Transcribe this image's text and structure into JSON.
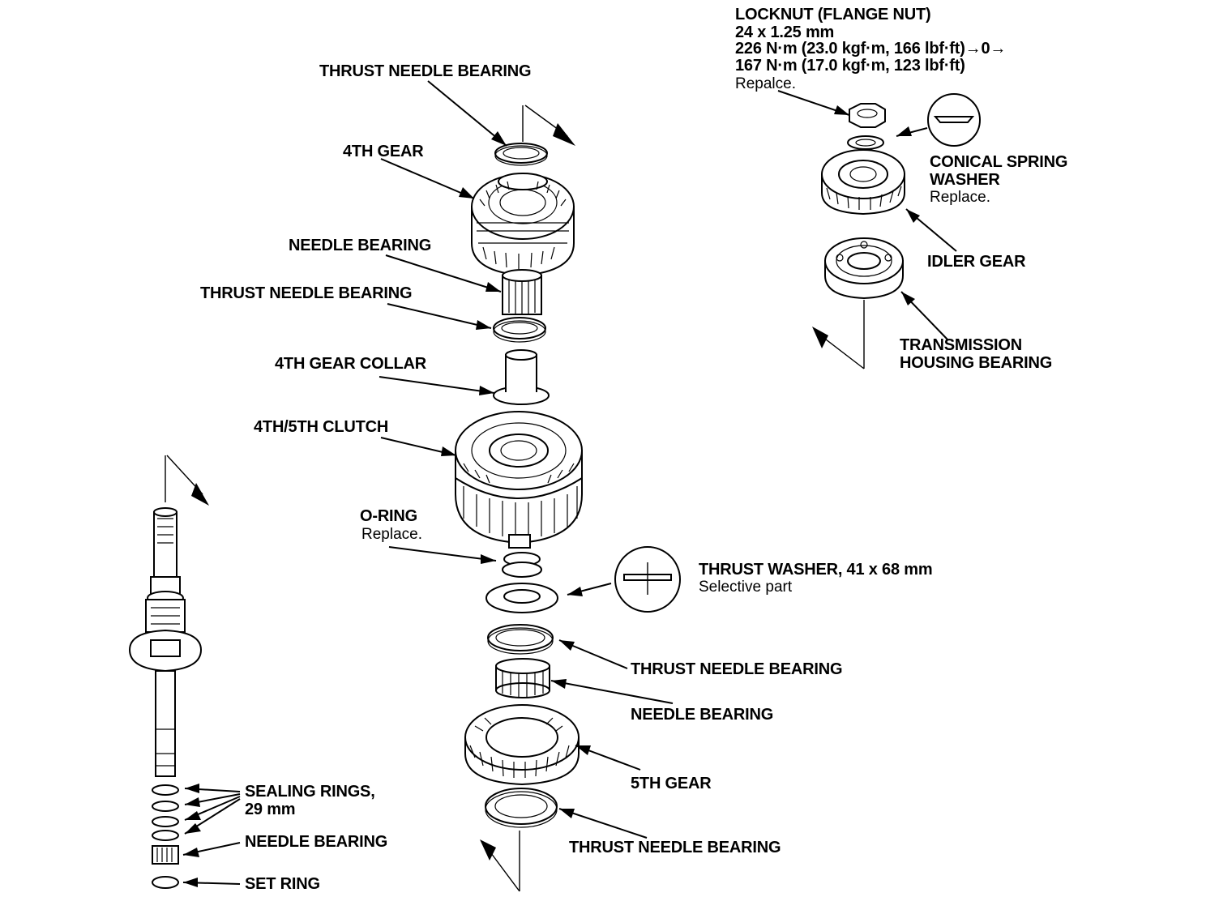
{
  "labels": {
    "thrust_needle_bearing_top": "THRUST NEEDLE BEARING",
    "fourth_gear": "4TH GEAR",
    "needle_bearing_upper": "NEEDLE BEARING",
    "thrust_needle_bearing_2": "THRUST NEEDLE BEARING",
    "fourth_gear_collar": "4TH GEAR COLLAR",
    "clutch": "4TH/5TH CLUTCH",
    "o_ring": "O-RING",
    "o_ring_note": "Replace.",
    "thrust_washer": "THRUST WASHER, 41 x 68 mm",
    "thrust_washer_note": "Selective part",
    "thrust_needle_bearing_3": "THRUST NEEDLE BEARING",
    "needle_bearing_lower": "NEEDLE BEARING",
    "fifth_gear": "5TH GEAR",
    "thrust_needle_bearing_bottom": "THRUST NEEDLE BEARING",
    "sealing_rings_1": "SEALING RINGS,",
    "sealing_rings_2": "29 mm",
    "needle_bearing_shaft": "NEEDLE BEARING",
    "set_ring": "SET RING",
    "locknut_1": "LOCKNUT (FLANGE NUT)",
    "locknut_2": "24 x 1.25 mm",
    "locknut_3": "226 N·m (23.0 kgf·m, 166 lbf·ft)→0→",
    "locknut_4": "167 N·m (17.0 kgf·m, 123 lbf·ft)",
    "locknut_note": "Repalce.",
    "conical_1": "CONICAL SPRING",
    "conical_2": "WASHER",
    "conical_note": "Replace.",
    "idler_gear": "IDLER GEAR",
    "housing_bearing_1": "TRANSMISSION",
    "housing_bearing_2": "HOUSING BEARING"
  }
}
